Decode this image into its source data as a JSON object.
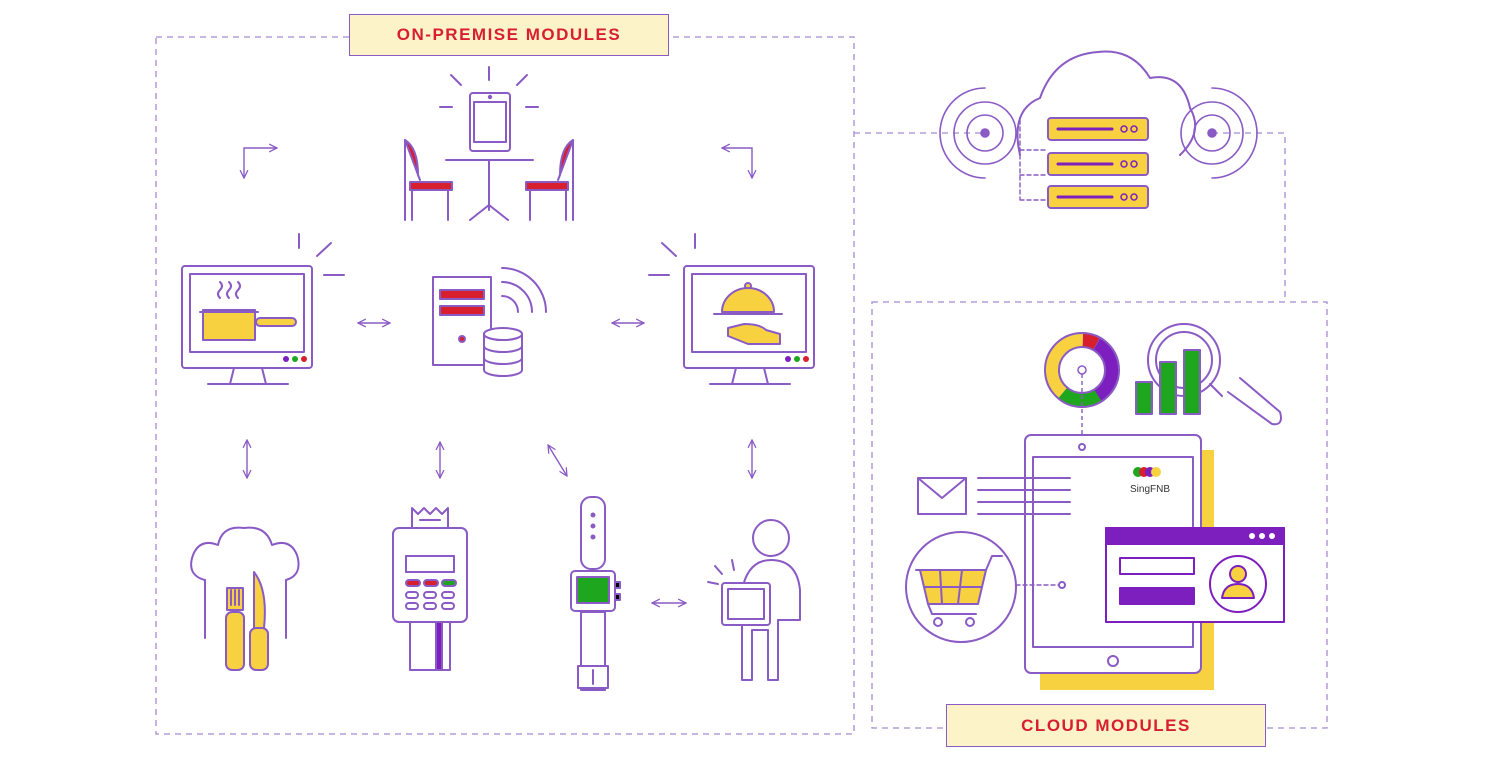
{
  "labels": {
    "on_premise": "ON-PREMISE MODULES",
    "cloud": "CLOUD MODULES",
    "brand": "SingFNB"
  },
  "colors": {
    "outline": "#8a5bc4",
    "accent_yellow": "#f7d13f",
    "accent_red": "#d71f2e",
    "accent_green": "#1ea71e",
    "accent_purple": "#7d1fbf",
    "label_bg": "#fdf3c8",
    "label_text": "#d71f2e"
  },
  "icons": [
    "tablet-table-icon",
    "kitchen-monitor-icon",
    "server-icon",
    "serving-monitor-icon",
    "chef-icon",
    "payment-terminal-icon",
    "smartwatch-icon",
    "waiter-tablet-icon",
    "cloud-server-icon",
    "donut-chart-icon",
    "analytics-magnifier-icon",
    "tablet-dashboard-icon",
    "mail-icon",
    "shopping-cart-icon",
    "user-profile-window-icon"
  ]
}
